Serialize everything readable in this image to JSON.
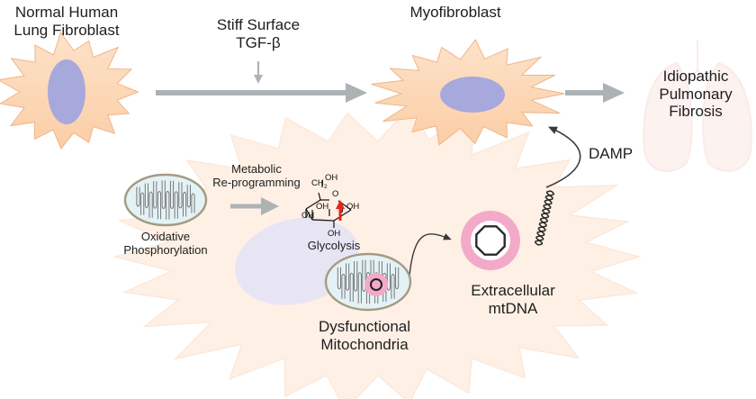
{
  "labels": {
    "normal_fibroblast": [
      "Normal Human",
      "Lung Fibroblast"
    ],
    "stimulus": [
      "Stiff Surface",
      "TGF-β"
    ],
    "myofibroblast": "Myofibroblast",
    "ipf": [
      "Idiopathic",
      "Pulmonary",
      "Fibrosis"
    ],
    "damp": "DAMP",
    "metabolic": [
      "Metabolic",
      "Re-programming"
    ],
    "oxphos": [
      "Oxidative",
      "Phosphorylation"
    ],
    "glycolysis": "Glycolysis",
    "dysfunctional": [
      "Dysfunctional",
      "Mitochondria"
    ],
    "extracellular": [
      "Extracellular",
      "mtDNA"
    ]
  },
  "glucose": {
    "ch2oh_group": "CH",
    "subscript_2": "2",
    "oh_top": "OH",
    "ring_oxygen": "O",
    "oh_left": "OH",
    "oh_mid": "OH",
    "oh_right": "OH",
    "oh_bottom": "OH"
  },
  "colors": {
    "cell_fill": "#fcd3ae",
    "cell_stroke": "#f0b58a",
    "nucleus": "#a7a8dc",
    "arrow_gray": "#adb2b5",
    "mito_fill": "#e4f2f6",
    "mito_stroke": "#a39b83",
    "mtdna_pink": "#f3aac8",
    "glycolysis_arrow": "#e8241c"
  }
}
